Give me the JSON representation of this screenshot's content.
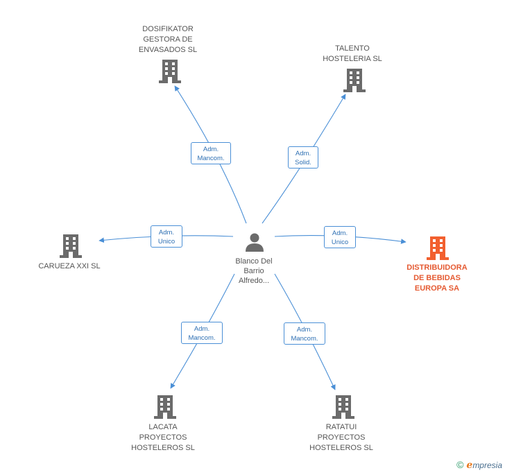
{
  "center": {
    "name": "Blanco Del\nBarrio\nAlfredo..."
  },
  "nodes": [
    {
      "id": "dosifikator",
      "label": "DOSIFIKATOR\nGESTORA DE\nENVASADOS SL",
      "relation": "Adm.\nMancom.",
      "highlight": false
    },
    {
      "id": "talento",
      "label": "TALENTO\nHOSTELERIA SL",
      "relation": "Adm.\nSolid.",
      "highlight": false
    },
    {
      "id": "carueza",
      "label": "CARUEZA XXI SL",
      "relation": "Adm.\nUnico",
      "highlight": false
    },
    {
      "id": "distribuidora",
      "label": "DISTRIBUIDORA\nDE BEBIDAS\nEUROPA SA",
      "relation": "Adm.\nUnico",
      "highlight": true
    },
    {
      "id": "lacata",
      "label": "LACATA\nPROYECTOS\nHOSTELEROS SL",
      "relation": "Adm.\nMancom.",
      "highlight": false
    },
    {
      "id": "ratatui",
      "label": "RATATUI\nPROYECTOS\nHOSTELEROS SL",
      "relation": "Adm.\nMancom.",
      "highlight": false
    }
  ],
  "colors": {
    "edge": "#4a8fd6",
    "building": "#6b6b6b",
    "highlight": "#f2602f",
    "person": "#6b6b6b"
  },
  "brand": {
    "copyright": "©",
    "e": "e",
    "rest": "mpresia"
  }
}
